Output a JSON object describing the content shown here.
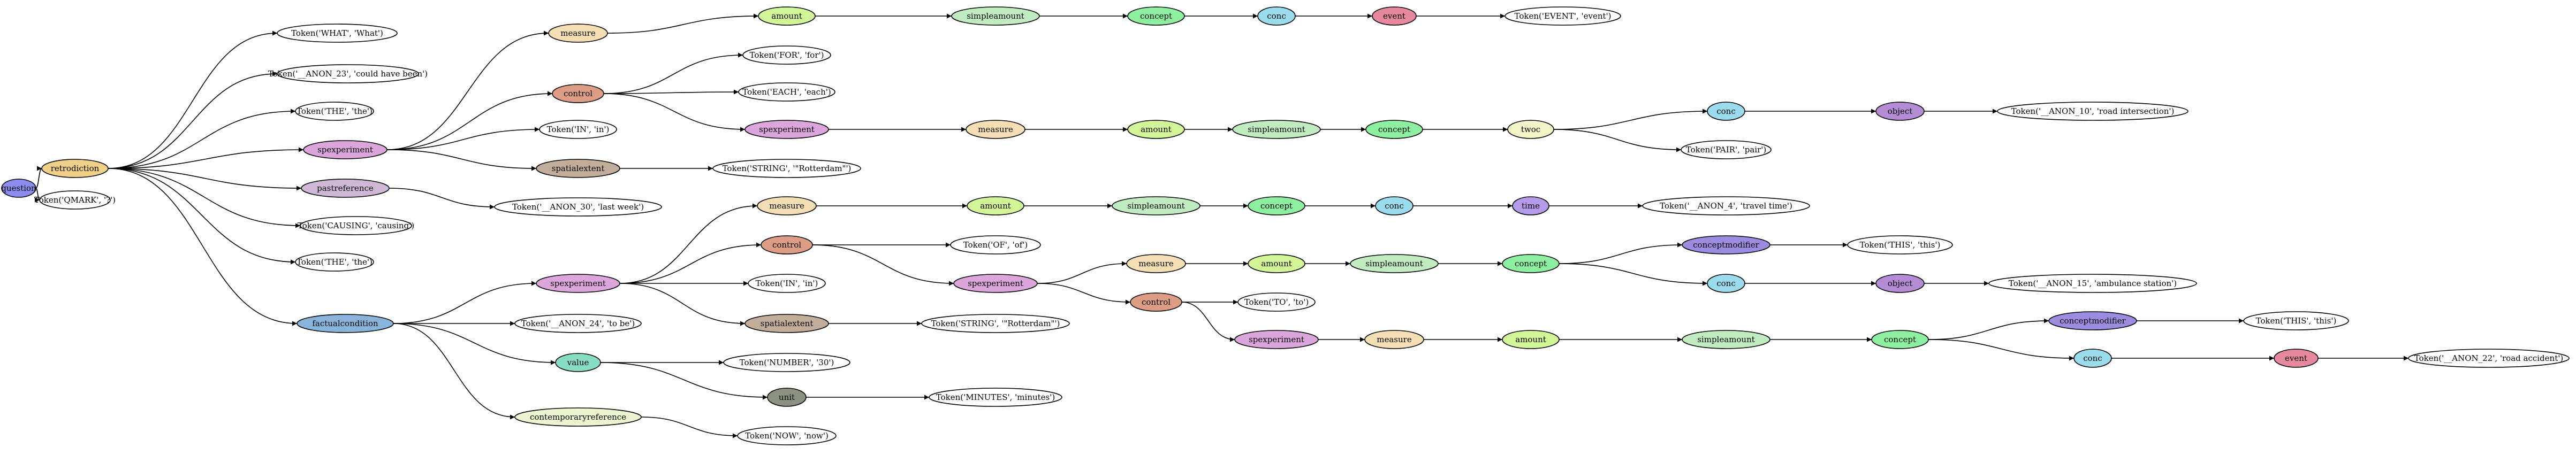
{
  "nodes": {
    "n0": {
      "label": "question",
      "color": "#8c8cf0"
    },
    "n1": {
      "label": "retrodiction",
      "color": "#f0d088"
    },
    "n2": {
      "label": "Token('QMARK', '?')",
      "color": "#ffffff"
    },
    "n3": {
      "label": "Token('WHAT', 'What')",
      "color": "#ffffff"
    },
    "n4": {
      "label": "Token('__ANON_23', 'could have been')",
      "color": "#ffffff"
    },
    "n5": {
      "label": "Token('THE', 'the')",
      "color": "#ffffff"
    },
    "n6": {
      "label": "spexperiment",
      "color": "#dca6dc"
    },
    "n7": {
      "label": "pastreference",
      "color": "#cfb8d6"
    },
    "n8": {
      "label": "Token('CAUSING', 'causing')",
      "color": "#ffffff"
    },
    "n9": {
      "label": "Token('THE', 'the')",
      "color": "#ffffff"
    },
    "n10": {
      "label": "factualcondition",
      "color": "#88b4dc"
    },
    "n11": {
      "label": "measure",
      "color": "#f5deb3"
    },
    "n12": {
      "label": "control",
      "color": "#dd9c86"
    },
    "n13": {
      "label": "Token('IN', 'in')",
      "color": "#ffffff"
    },
    "n14": {
      "label": "spatialextent",
      "color": "#c2ad9b"
    },
    "n15": {
      "label": "amount",
      "color": "#d2f598"
    },
    "n16": {
      "label": "simpleamount",
      "color": "#c1ebc1"
    },
    "n17": {
      "label": "concept",
      "color": "#8cf0a0"
    },
    "n18": {
      "label": "conc",
      "color": "#9adcee"
    },
    "n19": {
      "label": "event",
      "color": "#e6899f"
    },
    "n20": {
      "label": "Token('EVENT', 'event')",
      "color": "#ffffff"
    },
    "n21": {
      "label": "Token('FOR', 'for')",
      "color": "#ffffff"
    },
    "n22": {
      "label": "Token('EACH', 'each')",
      "color": "#ffffff"
    },
    "n23": {
      "label": "spexperiment",
      "color": "#dca6dc"
    },
    "n24": {
      "label": "measure",
      "color": "#f5deb3"
    },
    "n25": {
      "label": "amount",
      "color": "#d2f598"
    },
    "n26": {
      "label": "simpleamount",
      "color": "#c1ebc1"
    },
    "n27": {
      "label": "concept",
      "color": "#8cf0a0"
    },
    "n28": {
      "label": "twoc",
      "color": "#f2f5c8"
    },
    "n29": {
      "label": "conc",
      "color": "#9adcee"
    },
    "n30": {
      "label": "object",
      "color": "#b48cd6"
    },
    "n31": {
      "label": "Token('__ANON_10', 'road intersection')",
      "color": "#ffffff"
    },
    "n32": {
      "label": "Token('PAIR', 'pair')",
      "color": "#ffffff"
    },
    "n33": {
      "label": "Token('STRING', '\"Rotterdam\"')",
      "color": "#ffffff"
    },
    "n34": {
      "label": "Token('__ANON_30', 'last week')",
      "color": "#ffffff"
    },
    "n35": {
      "label": "spexperiment",
      "color": "#dca6dc"
    },
    "n36": {
      "label": "Token('__ANON_24', 'to be')",
      "color": "#ffffff"
    },
    "n37": {
      "label": "value",
      "color": "#88dcc3"
    },
    "n38": {
      "label": "contemporaryreference",
      "color": "#ecf5cf"
    },
    "n39": {
      "label": "measure",
      "color": "#f5deb3"
    },
    "n40": {
      "label": "control",
      "color": "#dd9c86"
    },
    "n41": {
      "label": "Token('IN', 'in')",
      "color": "#ffffff"
    },
    "n42": {
      "label": "spatialextent",
      "color": "#c2ad9b"
    },
    "n43": {
      "label": "amount",
      "color": "#d2f598"
    },
    "n44": {
      "label": "simpleamount",
      "color": "#c1ebc1"
    },
    "n45": {
      "label": "concept",
      "color": "#8cf0a0"
    },
    "n46": {
      "label": "conc",
      "color": "#9adcee"
    },
    "n47": {
      "label": "time",
      "color": "#b49ae8"
    },
    "n48": {
      "label": "Token('__ANON_4', 'travel time')",
      "color": "#ffffff"
    },
    "n49": {
      "label": "Token('OF', 'of')",
      "color": "#ffffff"
    },
    "n50": {
      "label": "spexperiment",
      "color": "#dca6dc"
    },
    "n51": {
      "label": "measure",
      "color": "#f5deb3"
    },
    "n52": {
      "label": "amount",
      "color": "#d2f598"
    },
    "n53": {
      "label": "simpleamount",
      "color": "#c1ebc1"
    },
    "n54": {
      "label": "concept",
      "color": "#8cf0a0"
    },
    "n55": {
      "label": "conceptmodifier",
      "color": "#9c8ce0"
    },
    "n56": {
      "label": "Token('THIS', 'this')",
      "color": "#ffffff"
    },
    "n57": {
      "label": "conc",
      "color": "#9adcee"
    },
    "n58": {
      "label": "object",
      "color": "#b48cd6"
    },
    "n59": {
      "label": "Token('__ANON_15', 'ambulance station')",
      "color": "#ffffff"
    },
    "n60": {
      "label": "control",
      "color": "#dd9c86"
    },
    "n61": {
      "label": "Token('TO', 'to')",
      "color": "#ffffff"
    },
    "n62": {
      "label": "spexperiment",
      "color": "#dca6dc"
    },
    "n63": {
      "label": "measure",
      "color": "#f5deb3"
    },
    "n64": {
      "label": "amount",
      "color": "#d2f598"
    },
    "n65": {
      "label": "simpleamount",
      "color": "#c1ebc1"
    },
    "n66": {
      "label": "concept",
      "color": "#8cf0a0"
    },
    "n67": {
      "label": "conceptmodifier",
      "color": "#9c8ce0"
    },
    "n68": {
      "label": "Token('THIS', 'this')",
      "color": "#ffffff"
    },
    "n69": {
      "label": "conc",
      "color": "#9adcee"
    },
    "n70": {
      "label": "event",
      "color": "#e6899f"
    },
    "n71": {
      "label": "Token('__ANON_22', 'road accident')",
      "color": "#ffffff"
    },
    "n72": {
      "label": "Token('STRING', '\"Rotterdam\"')",
      "color": "#ffffff"
    },
    "n73": {
      "label": "Token('NUMBER', '30')",
      "color": "#ffffff"
    },
    "n74": {
      "label": "unit",
      "color": "#8b9280"
    },
    "n75": {
      "label": "Token('MINUTES', 'minutes')",
      "color": "#ffffff"
    },
    "n76": {
      "label": "Token('NOW', 'now')",
      "color": "#ffffff"
    }
  },
  "edges": [
    [
      "n0",
      "n1"
    ],
    [
      "n0",
      "n2"
    ],
    [
      "n1",
      "n3"
    ],
    [
      "n1",
      "n4"
    ],
    [
      "n1",
      "n5"
    ],
    [
      "n1",
      "n6"
    ],
    [
      "n1",
      "n7"
    ],
    [
      "n1",
      "n8"
    ],
    [
      "n1",
      "n9"
    ],
    [
      "n1",
      "n10"
    ],
    [
      "n6",
      "n11"
    ],
    [
      "n6",
      "n12"
    ],
    [
      "n6",
      "n13"
    ],
    [
      "n6",
      "n14"
    ],
    [
      "n11",
      "n15"
    ],
    [
      "n15",
      "n16"
    ],
    [
      "n16",
      "n17"
    ],
    [
      "n17",
      "n18"
    ],
    [
      "n18",
      "n19"
    ],
    [
      "n19",
      "n20"
    ],
    [
      "n12",
      "n21"
    ],
    [
      "n12",
      "n22"
    ],
    [
      "n12",
      "n23"
    ],
    [
      "n23",
      "n24"
    ],
    [
      "n24",
      "n25"
    ],
    [
      "n25",
      "n26"
    ],
    [
      "n26",
      "n27"
    ],
    [
      "n27",
      "n28"
    ],
    [
      "n28",
      "n29"
    ],
    [
      "n28",
      "n32"
    ],
    [
      "n29",
      "n30"
    ],
    [
      "n30",
      "n31"
    ],
    [
      "n14",
      "n33"
    ],
    [
      "n7",
      "n34"
    ],
    [
      "n10",
      "n35"
    ],
    [
      "n10",
      "n36"
    ],
    [
      "n10",
      "n37"
    ],
    [
      "n10",
      "n38"
    ],
    [
      "n35",
      "n39"
    ],
    [
      "n35",
      "n40"
    ],
    [
      "n35",
      "n41"
    ],
    [
      "n35",
      "n42"
    ],
    [
      "n39",
      "n43"
    ],
    [
      "n43",
      "n44"
    ],
    [
      "n44",
      "n45"
    ],
    [
      "n45",
      "n46"
    ],
    [
      "n46",
      "n47"
    ],
    [
      "n47",
      "n48"
    ],
    [
      "n40",
      "n49"
    ],
    [
      "n40",
      "n50"
    ],
    [
      "n50",
      "n51"
    ],
    [
      "n50",
      "n60"
    ],
    [
      "n51",
      "n52"
    ],
    [
      "n52",
      "n53"
    ],
    [
      "n53",
      "n54"
    ],
    [
      "n54",
      "n55"
    ],
    [
      "n54",
      "n57"
    ],
    [
      "n55",
      "n56"
    ],
    [
      "n57",
      "n58"
    ],
    [
      "n58",
      "n59"
    ],
    [
      "n60",
      "n61"
    ],
    [
      "n60",
      "n62"
    ],
    [
      "n62",
      "n63"
    ],
    [
      "n63",
      "n64"
    ],
    [
      "n64",
      "n65"
    ],
    [
      "n65",
      "n66"
    ],
    [
      "n66",
      "n67"
    ],
    [
      "n66",
      "n69"
    ],
    [
      "n67",
      "n68"
    ],
    [
      "n69",
      "n70"
    ],
    [
      "n70",
      "n71"
    ],
    [
      "n42",
      "n72"
    ],
    [
      "n37",
      "n73"
    ],
    [
      "n37",
      "n74"
    ],
    [
      "n74",
      "n75"
    ],
    [
      "n38",
      "n76"
    ]
  ]
}
